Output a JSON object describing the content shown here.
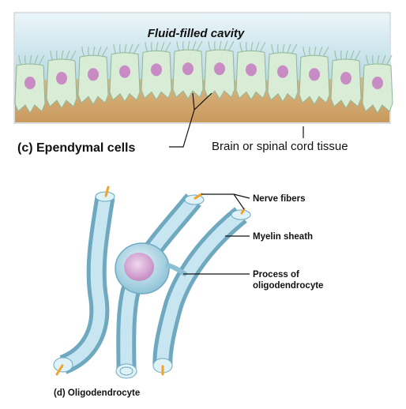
{
  "panel_c": {
    "cavity_label": "Fluid-filled cavity",
    "caption": "(c) Ependymal cells",
    "tissue_label": "Brain or spinal cord tissue",
    "cell_count": 12
  },
  "panel_d": {
    "labels": {
      "nerve_fibers": "Nerve fibers",
      "myelin_sheath": "Myelin sheath",
      "process_line1": "Process of",
      "process_line2": "oligodendrocyte"
    },
    "caption": "(d) Oligodendrocyte"
  },
  "colors": {
    "cavity": "#c9e3ec",
    "tissue": "#d8b17c",
    "cell_body": "#d8ecd6",
    "nucleus": "#c98bc4",
    "myelin": "#a9d3e2",
    "axon": "#f0a326"
  }
}
